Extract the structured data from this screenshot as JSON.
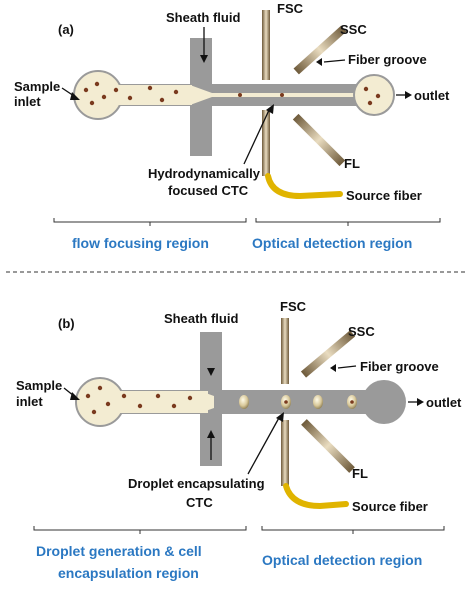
{
  "panel_a": {
    "tag": "(a)",
    "sheath_fluid": "Sheath fluid",
    "fsc": "FSC",
    "ssc": "SSC",
    "fiber_groove": "Fiber groove",
    "sample_line1": "Sample",
    "sample_line2": "inlet",
    "outlet": "outlet",
    "focused_line1": "Hydrodynamically",
    "focused_line2": "focused CTC",
    "fl": "FL",
    "source_fiber": "Source fiber",
    "region_left": "flow focusing region",
    "region_right": "Optical detection region"
  },
  "panel_b": {
    "tag": "(b)",
    "sheath_fluid": "Sheath fluid",
    "fsc": "FSC",
    "ssc": "SSC",
    "fiber_groove": "Fiber groove",
    "sample_line1": "Sample",
    "sample_line2": "inlet",
    "outlet": "outlet",
    "droplet_line1": "Droplet encapsulating",
    "droplet_line2": "CTC",
    "fl": "FL",
    "source_fiber": "Source fiber",
    "region_left_line1": "Droplet generation & cell",
    "region_left_line2": "encapsulation region",
    "region_right": "Optical detection region"
  },
  "colors": {
    "channel": "#9a9a9a",
    "sample_fluid": "#f3ecd2",
    "cell": "#7a3a1e",
    "fiber": "#b9a37a",
    "source_fiber": "#e0b400",
    "region_text": "#2b78c2"
  }
}
